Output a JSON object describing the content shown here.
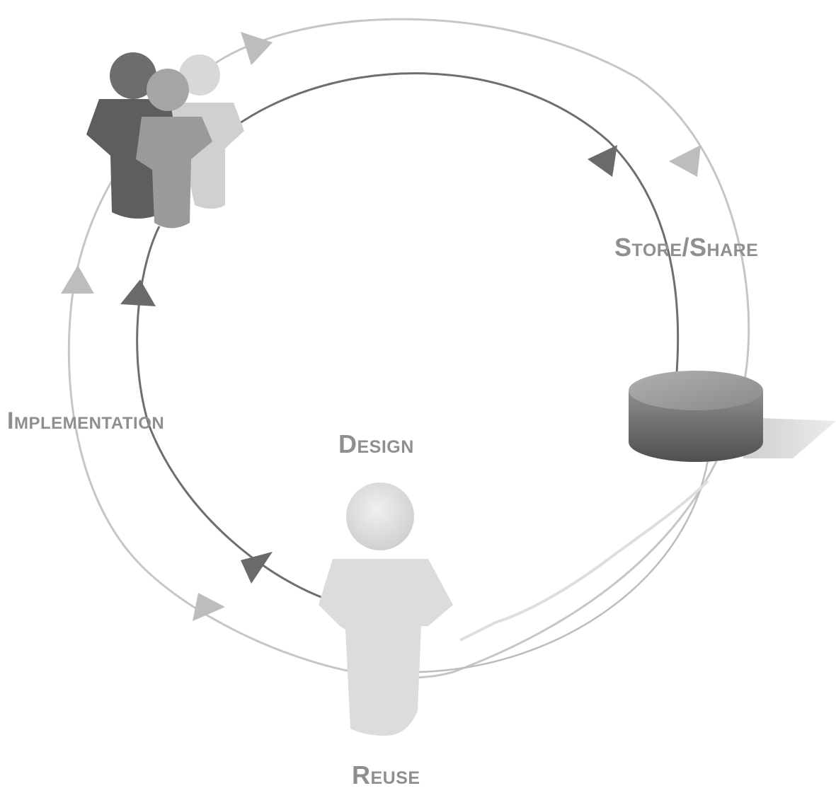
{
  "labels": {
    "store_share": "Store/Share",
    "implementation": "Implementation",
    "design": "Design",
    "reuse": "Reuse"
  },
  "icons": {
    "team": "people-group-icon",
    "repository": "database-cylinder-icon",
    "user": "person-icon"
  },
  "colors": {
    "label_text": "#8f8f8f",
    "inner_cycle": "#6e6e6e",
    "outer_cycle": "#c6c6c6",
    "arrow_dark": "#6a6a6a",
    "arrow_light": "#bdbdbd"
  }
}
